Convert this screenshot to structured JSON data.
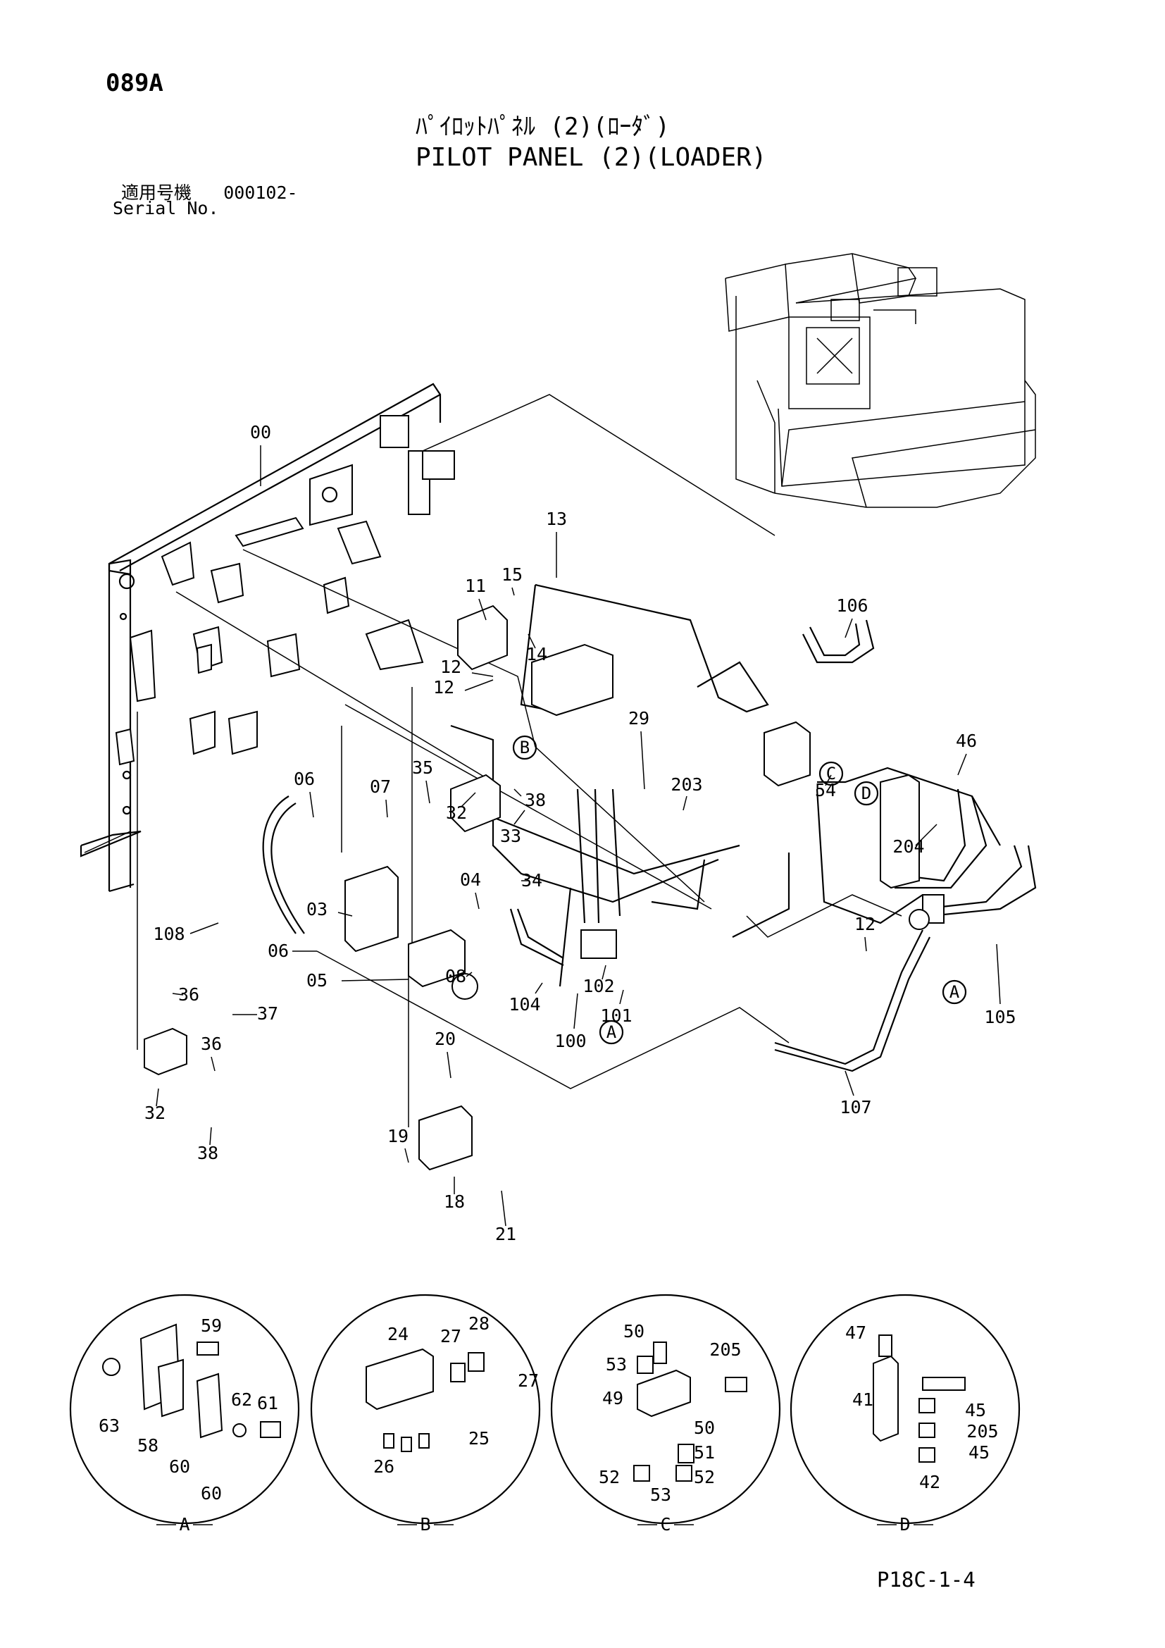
{
  "header": {
    "page_id": "089A",
    "title_jp": "ﾊﾟｲﾛｯﾄﾊﾟﾈﾙ (2)(ﾛｰﾀﾞ)",
    "title_en": "PILOT PANEL (2)(LOADER)",
    "serial_label_jp": "適用号機",
    "serial_value": "000102-",
    "serial_label_en": "Serial No."
  },
  "callouts": {
    "main": [
      "00",
      "13",
      "15",
      "11",
      "14",
      "12",
      "106",
      "29",
      "46",
      "35",
      "38",
      "32",
      "33",
      "203",
      "54",
      "06",
      "07",
      "34",
      "04",
      "204",
      "03",
      "108",
      "08",
      "06",
      "05",
      "102",
      "101",
      "104",
      "12",
      "36",
      "37",
      "100",
      "105",
      "36",
      "32",
      "38",
      "20",
      "107",
      "19",
      "18",
      "21",
      "12"
    ],
    "detail_a": [
      "59",
      "63",
      "58",
      "62",
      "61",
      "60",
      "60"
    ],
    "detail_b": [
      "24",
      "27",
      "28",
      "27",
      "26",
      "25"
    ],
    "detail_c": [
      "50",
      "205",
      "53",
      "49",
      "50",
      "51",
      "52",
      "52",
      "53"
    ],
    "detail_d": [
      "47",
      "41",
      "45",
      "205",
      "45",
      "42"
    ]
  },
  "references": [
    "A",
    "B",
    "C",
    "D"
  ],
  "detail_labels": [
    "A",
    "B",
    "C",
    "D"
  ],
  "footer": {
    "page_ref": "P18C-1-4"
  }
}
